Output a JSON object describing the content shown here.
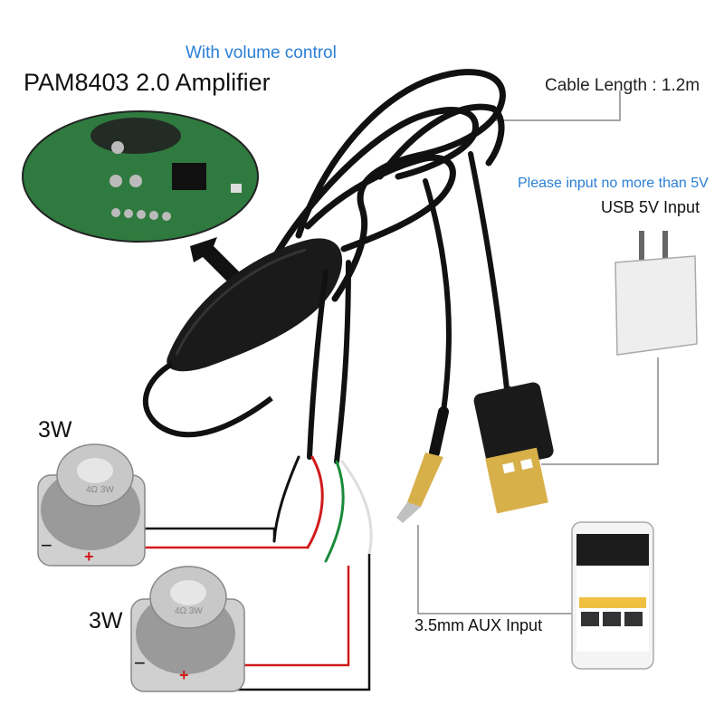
{
  "title": {
    "sub": "With volume control",
    "main": "PAM8403  2.0 Amplifier"
  },
  "cable": {
    "length_label": "Cable Length : 1.2m"
  },
  "usb": {
    "note": "Please input no more than 5V",
    "label": "USB 5V Input"
  },
  "aux": {
    "label": "3.5mm AUX Input"
  },
  "speakers": [
    {
      "power": "3W",
      "spec": "4Ω 3W"
    },
    {
      "power": "3W",
      "spec": "4Ω 3W"
    }
  ],
  "terminals": {
    "minus": "−",
    "plus": "+"
  },
  "colors": {
    "accent_text": "#2a7fd6",
    "cable": "#111111",
    "red_wire": "#d11a1a",
    "green_wire": "#1a8a3a",
    "pcb": "#2f7a3e"
  }
}
